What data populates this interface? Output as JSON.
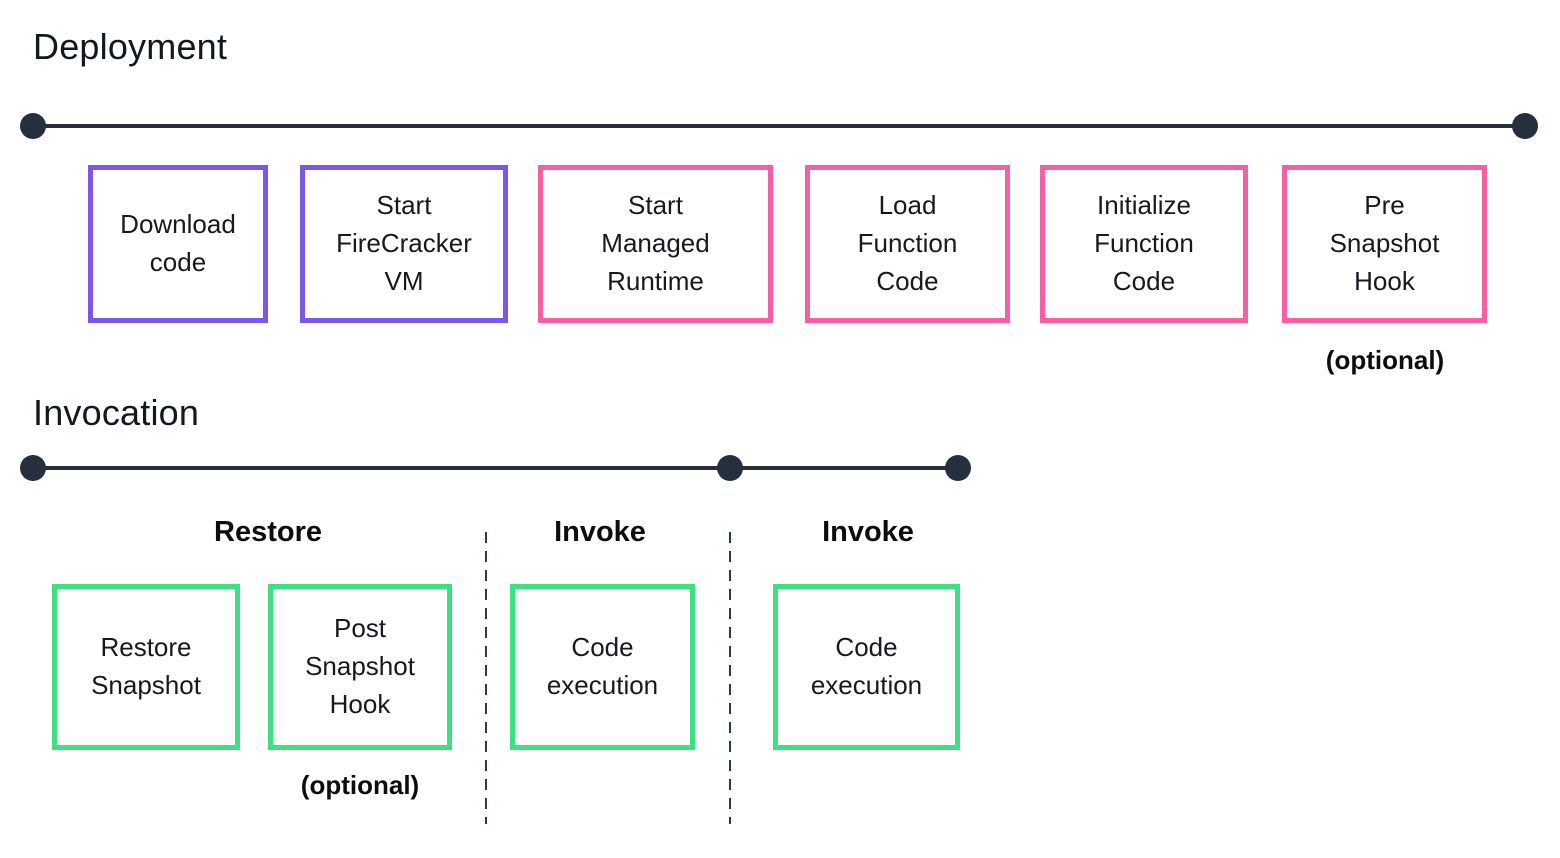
{
  "deployment": {
    "title": "Deployment",
    "optional_label": "(optional)",
    "steps": [
      {
        "label": "Download\ncode",
        "border_color": "#7D57E8"
      },
      {
        "label": "Start\nFireCracker\nVM",
        "border_color": "#7D57E8"
      },
      {
        "label": "Start\nManaged\nRuntime",
        "border_color": "#F45FA6"
      },
      {
        "label": "Load\nFunction\nCode",
        "border_color": "#F45FA6"
      },
      {
        "label": "Initialize\nFunction\nCode",
        "border_color": "#F45FA6"
      },
      {
        "label": "Pre\nSnapshot\nHook",
        "border_color": "#F45FA6",
        "note": "(optional)"
      }
    ]
  },
  "invocation": {
    "title": "Invocation",
    "optional_label": "(optional)",
    "phases": [
      {
        "label": "Restore"
      },
      {
        "label": "Invoke"
      },
      {
        "label": "Invoke"
      }
    ],
    "steps": [
      {
        "label": "Restore\nSnapshot",
        "border_color": "#3FE081"
      },
      {
        "label": "Post\nSnapshot\nHook",
        "border_color": "#3FE081",
        "note": "(optional)"
      },
      {
        "label": "Code\nexecution",
        "border_color": "#3FE081"
      },
      {
        "label": "Code\nexecution",
        "border_color": "#3FE081"
      }
    ]
  },
  "colors": {
    "timeline": "#252F3E",
    "purple": "#7D57E8",
    "pink": "#F45FA6",
    "green": "#3FE081",
    "text": "#16191F",
    "background": "#FFFFFF"
  }
}
